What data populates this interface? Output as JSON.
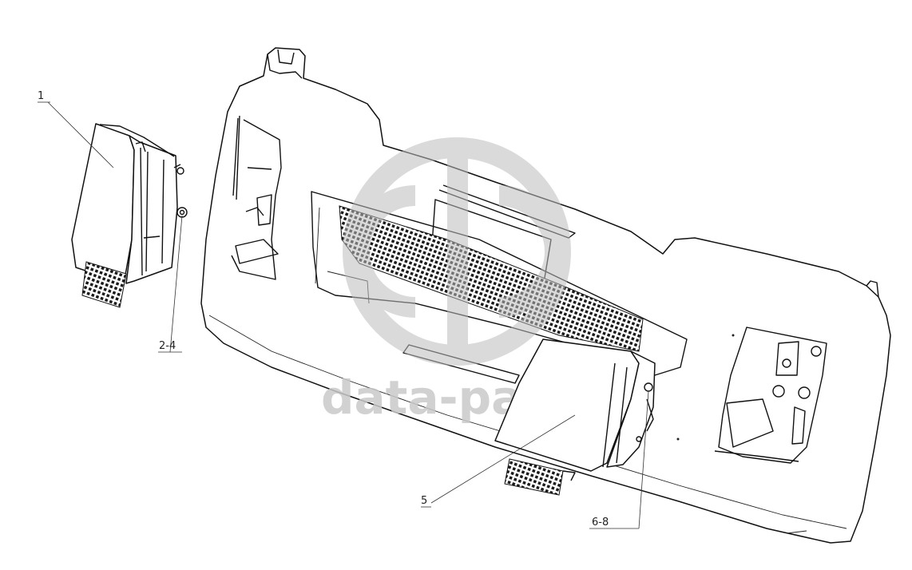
{
  "callouts": {
    "c1": "1",
    "c2": "2-4",
    "c5": "5",
    "c6": "6-8"
  },
  "watermark": {
    "text": "data-parts",
    "color": "#c9c9c9"
  },
  "colors": {
    "line": "#111111",
    "background": "#ffffff"
  }
}
